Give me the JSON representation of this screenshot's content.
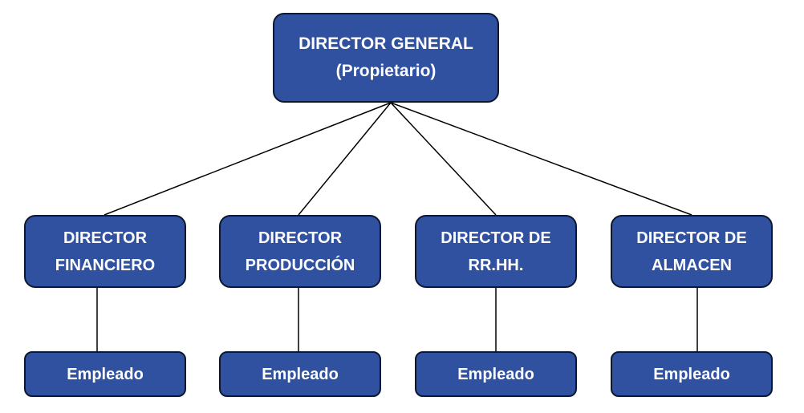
{
  "colors": {
    "box_fill": "#2f51a0",
    "box_border": "#0c1830",
    "text": "#ffffff",
    "connector": "#000000"
  },
  "root": {
    "line1": "DIRECTOR GENERAL",
    "line2": "(Propietario)"
  },
  "managers": [
    {
      "line1": "DIRECTOR",
      "line2": "FINANCIERO",
      "employee": "Empleado"
    },
    {
      "line1": "DIRECTOR",
      "line2": "PRODUCCIÓN",
      "employee": "Empleado"
    },
    {
      "line1": "DIRECTOR DE",
      "line2": "RR.HH.",
      "employee": "Empleado"
    },
    {
      "line1": "DIRECTOR DE",
      "line2": "ALMACEN",
      "employee": "Empleado"
    }
  ]
}
